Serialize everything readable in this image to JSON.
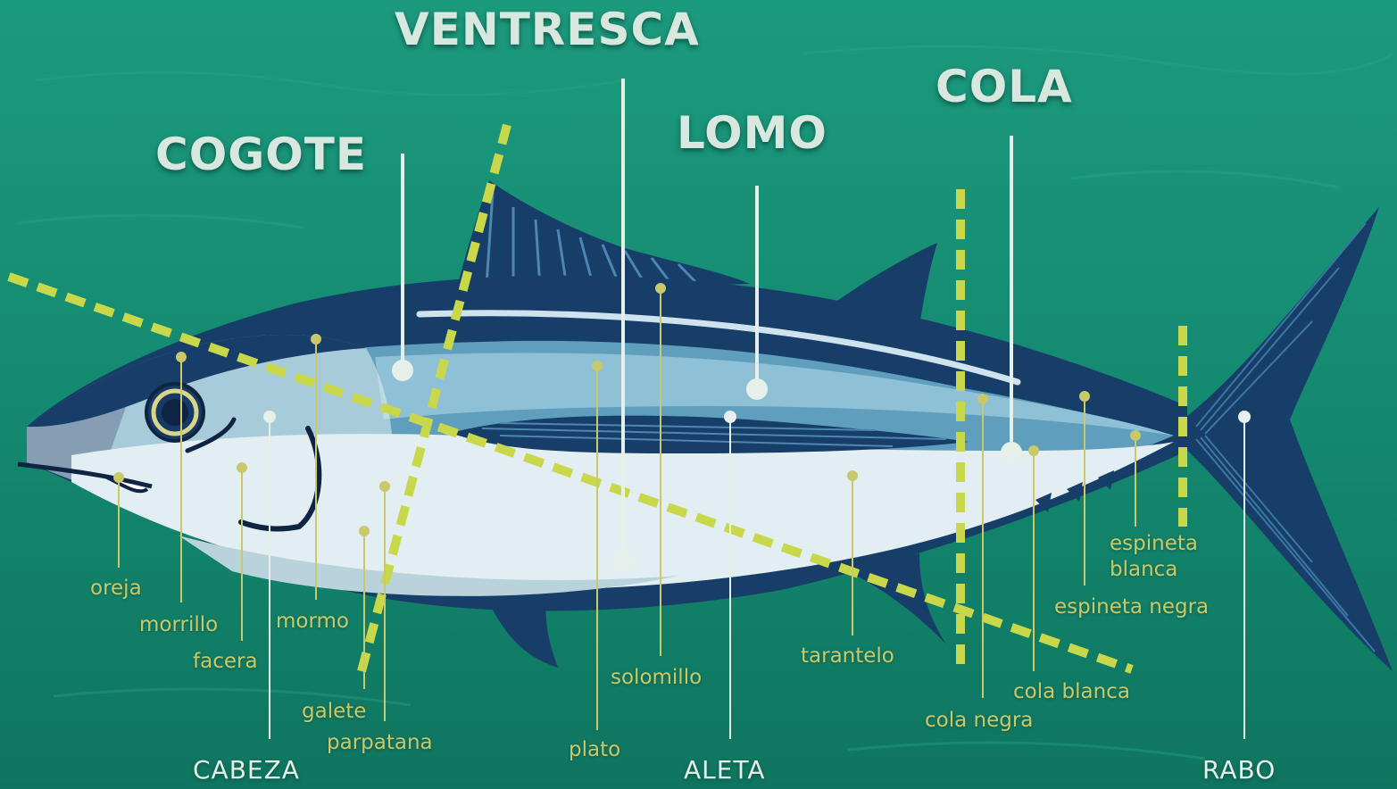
{
  "sections": {
    "ventresca": "VENTRESCA",
    "cola": "COLA",
    "lomo": "LOMO",
    "cogote": "COGOTE"
  },
  "regions": {
    "cabeza": "CABEZA",
    "aleta": "ALETA",
    "rabo": "RABO"
  },
  "parts": {
    "oreja": "oreja",
    "morrillo": "morrillo",
    "facera": "facera",
    "mormo": "mormo",
    "galete": "galete",
    "parpatana": "parpatana",
    "solomillo": "solomillo",
    "plato": "plato",
    "tarantelo": "tarantelo",
    "cola_blanca": "cola blanca",
    "cola_negra": "cola negra",
    "espineta_blanca_1": "espineta",
    "espineta_blanca_2": "blanca",
    "espineta_negra": "espineta negra"
  },
  "colors": {
    "water": "#168a72",
    "fish_dark": "#163a66",
    "fish_mid": "#5f9fbd",
    "fish_light": "#e2eef1",
    "cut_lines": "#c9d84a",
    "part_leaders": "#c9c96a",
    "section_leaders": "#e6efe9"
  }
}
